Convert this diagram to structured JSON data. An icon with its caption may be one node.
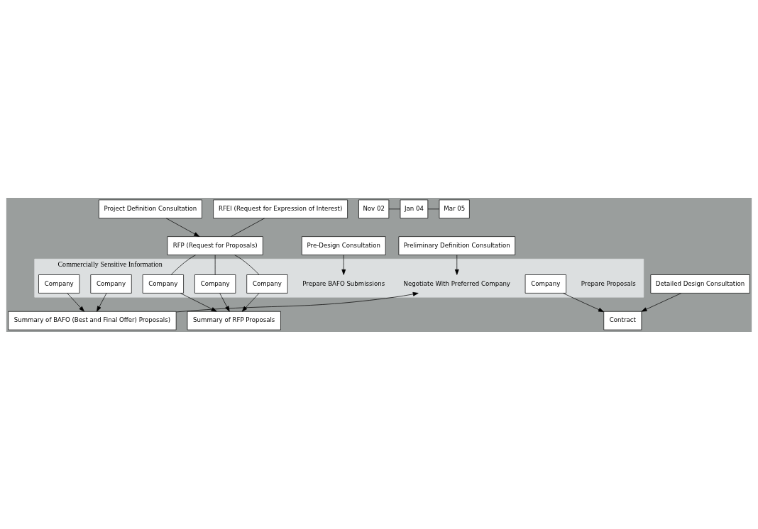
{
  "diagram": {
    "nodes": [
      {
        "text": [
          "Project Definition Consultation"
        ]
      },
      {
        "text": [
          "RFEI (Request for Expression of Interest)"
        ]
      },
      {
        "text": [
          "RFP (Request for Proposals)"
        ]
      },
      {
        "text": [
          "Pre-Design Consultation"
        ]
      },
      {
        "text": [
          "Summary of RFP Proposals"
        ]
      },
      {
        "text": [
          "Preliminary Definition Consultation"
        ]
      },
      {
        "text": [
          "Summary of BAFO (Best and Final Offer) Proposals)"
        ]
      },
      {
        "text": [
          "Detailed Design Consultation"
        ]
      },
      {
        "text": [
          "Contract"
        ]
      },
      {
        "text": [
          "Commercially Sensitive Information"
        ]
      },
      {
        "text": [
          "Prepare Proposals"
        ],
        "in": 9
      },
      {
        "text": [
          "Company"
        ],
        "in": 9
      },
      {
        "text": [
          "Company"
        ],
        "in": 9
      },
      {
        "text": [
          "Company"
        ],
        "in": 9
      },
      {
        "text": [
          "Prepare BAFO Submissions"
        ],
        "in": 9
      },
      {
        "text": [
          "Company"
        ],
        "in": 9
      },
      {
        "text": [
          "Company"
        ],
        "in": 9
      },
      {
        "text": [
          "Negotiate With Preferred Company"
        ],
        "in": 9
      },
      {
        "text": [
          "Company"
        ],
        "in": 9
      },
      {
        "text": [
          "Nov 02"
        ]
      },
      {
        "text": [
          "Jan 04"
        ]
      },
      {
        "text": [
          "Mar 05"
        ]
      }
    ],
    "edges": [
      {
        "from": 0,
        "to": 2,
        "arrow": "to"
      },
      {
        "from": 1,
        "to": 2,
        "arrow": "none"
      },
      {
        "from": 2,
        "to": 11,
        "arrow": "none"
      },
      {
        "from": 2,
        "to": 12,
        "arrow": "none"
      },
      {
        "from": 2,
        "to": 13,
        "arrow": "none"
      },
      {
        "from": 11,
        "to": 4,
        "arrow": "to"
      },
      {
        "from": 12,
        "to": 4,
        "arrow": "to"
      },
      {
        "from": 13,
        "to": 4,
        "arrow": "to"
      },
      {
        "from": 3,
        "to": 14,
        "arrow": "to"
      },
      {
        "from": 15,
        "to": 6,
        "arrow": "to"
      },
      {
        "from": 16,
        "to": 6,
        "arrow": "to"
      },
      {
        "from": 5,
        "to": 17,
        "arrow": "to"
      },
      {
        "from": 6,
        "to": 17,
        "arrow": "to"
      },
      {
        "from": 7,
        "to": 8,
        "arrow": "to"
      },
      {
        "from": 18,
        "to": 8,
        "arrow": "to"
      },
      {
        "from": 19,
        "to": 20,
        "arrow": "none"
      },
      {
        "from": 20,
        "to": 21,
        "arrow": "none"
      }
    ]
  }
}
